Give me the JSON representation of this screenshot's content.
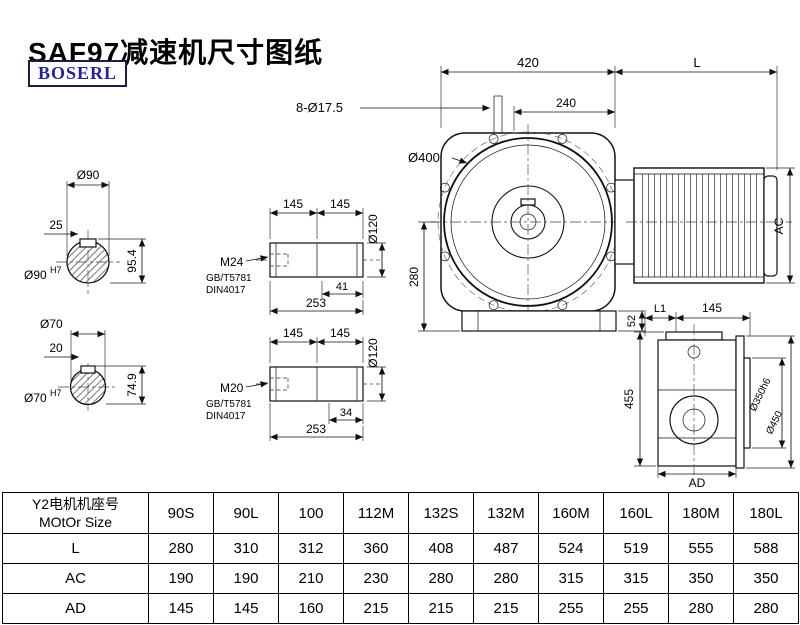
{
  "page": {
    "title": "SAF97减速机尺寸图纸",
    "brand": "BOSERL"
  },
  "drawings": {
    "section_90": {
      "dia": "Ø90",
      "keyway_w": "25",
      "height": "95.4",
      "bore": "Ø90",
      "bore_tol": "H7"
    },
    "section_70": {
      "dia": "Ø70",
      "keyway_w": "20",
      "height": "74.9",
      "bore": "Ø70",
      "bore_tol": "H7"
    },
    "shaft_m24": {
      "seg1": "145",
      "seg2": "145",
      "dia": "Ø120",
      "thread": "M24",
      "std1": "GB/T5781",
      "std2": "DIN4017",
      "depth": "41",
      "total": "253"
    },
    "shaft_m20": {
      "seg1": "145",
      "seg2": "145",
      "dia": "Ø120",
      "thread": "M20",
      "std1": "GB/T5781",
      "std2": "DIN4017",
      "depth": "34",
      "total": "253"
    },
    "front_view": {
      "top_width": "420",
      "motor_len": "L",
      "bolt_holes": "8-Ø17.5",
      "pitch": "240",
      "flange_dia": "Ø400",
      "center_height": "280",
      "base_height": "52",
      "motor_height": "AC"
    },
    "side_view": {
      "l1": "L1",
      "depth": "145",
      "height": "455",
      "spigot_dia": "Ø350h6",
      "flange_dia": "Ø450",
      "width": "AD"
    }
  },
  "table": {
    "label_line1": "Y2电机机座号",
    "label_line2": "MOtOr Size",
    "header": [
      "90S",
      "90L",
      "100",
      "112M",
      "132S",
      "132M",
      "160M",
      "160L",
      "180M",
      "180L"
    ],
    "rows": [
      {
        "label": "L",
        "values": [
          "280",
          "310",
          "312",
          "360",
          "408",
          "487",
          "524",
          "519",
          "555",
          "588"
        ]
      },
      {
        "label": "AC",
        "values": [
          "190",
          "190",
          "210",
          "230",
          "280",
          "280",
          "315",
          "315",
          "350",
          "350"
        ]
      },
      {
        "label": "AD",
        "values": [
          "145",
          "145",
          "160",
          "215",
          "215",
          "215",
          "255",
          "255",
          "280",
          "280"
        ]
      }
    ]
  }
}
